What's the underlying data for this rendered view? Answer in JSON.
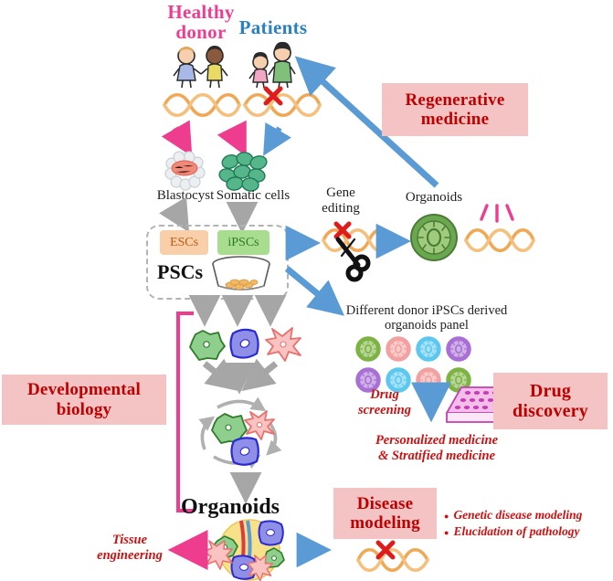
{
  "figure": {
    "type": "diagram",
    "subject": "Pluripotent stem cell derived organoids: applications overview"
  },
  "headers": {
    "healthy_donor": "Healthy\ndonor",
    "healthy_donor_line1": "Healthy",
    "healthy_donor_line2": "donor",
    "healthy_donor_color": "#ee3d8f",
    "patients": "Patients",
    "patients_color": "#2980c4"
  },
  "labels": {
    "blastocyst": "Blastocyst",
    "somatic_cells": "Somatic cells",
    "gene_editing_line1": "Gene",
    "gene_editing_line2": "editing",
    "organoids_top": "Organoids",
    "organoids_bottom": "Organoids",
    "pscs": "PSCs",
    "escs": "ESCs",
    "ipscs": "iPSCs",
    "panel_line1": "Different donor iPSCs derived",
    "panel_line2": "organoids panel"
  },
  "application_boxes": [
    {
      "id": "regenerative-medicine",
      "line1": "Regenerative",
      "line2": "medicine"
    },
    {
      "id": "developmental-biology",
      "line1": "Developmental",
      "line2": "biology"
    },
    {
      "id": "drug-discovery",
      "line1": "Drug",
      "line2": "discovery"
    },
    {
      "id": "disease-modeling",
      "line1": "Disease",
      "line2": "modeling"
    }
  ],
  "annotations": {
    "drug_screening_line1": "Drug",
    "drug_screening_line2": "screening",
    "personalized_line1": "Personalized medicine",
    "personalized_line2": "& Stratified medicine",
    "tissue_engineering_line1": "Tissue",
    "tissue_engineering_line2": "engineering",
    "disease_bullets": [
      "Genetic disease modeling",
      "Elucidation of pathology"
    ],
    "bullet_char": "●"
  },
  "colors": {
    "pink_accent": "#ee3d8f",
    "blue_accent": "#5b9bd5",
    "gray_arrow": "#a6a6a6",
    "box_bg": "#f4c3c3",
    "box_text": "#c00000",
    "red_italic": "#d01010",
    "dna_orange": "#f0a855",
    "mutation_x": "#e01b1b",
    "esc_chip": "#f8cfa8",
    "ipsc_chip": "#a8dc8e",
    "organoid_green": "#6aa84f",
    "cell_green": "#79c47a",
    "cell_blue": "#4a4ad1",
    "cell_pink": "#f4a9a8"
  },
  "organoid_panel": {
    "rows": [
      [
        "green",
        "pink",
        "lightblue",
        "purple"
      ],
      [
        "purple",
        "lightblue",
        "pink",
        "green"
      ]
    ],
    "palette": {
      "green": "#7cb342",
      "pink": "#f2a0a0",
      "lightblue": "#5cc8ef",
      "purple": "#a86fd4"
    }
  },
  "people": {
    "healthy": [
      "child-pink-dress",
      "child-yellow-overalls"
    ],
    "patients": [
      "child-pink-small",
      "adult-green"
    ]
  }
}
